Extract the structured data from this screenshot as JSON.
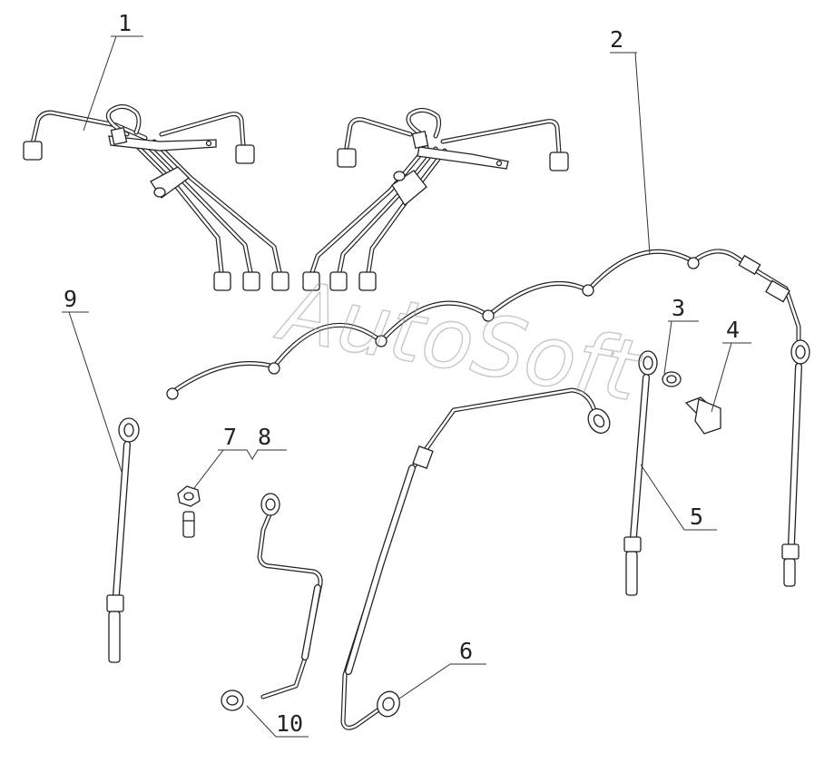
{
  "watermark": {
    "text": "AutoSoft"
  },
  "callouts": [
    {
      "id": "1",
      "label": "1"
    },
    {
      "id": "2",
      "label": "2"
    },
    {
      "id": "3",
      "label": "3"
    },
    {
      "id": "4",
      "label": "4"
    },
    {
      "id": "5",
      "label": "5"
    },
    {
      "id": "6",
      "label": "6"
    },
    {
      "id": "7",
      "label": "7"
    },
    {
      "id": "8",
      "label": "8"
    },
    {
      "id": "9",
      "label": "9"
    },
    {
      "id": "10",
      "label": "10"
    }
  ],
  "colors": {
    "line": "#222222",
    "watermark": "#9a9a9a",
    "background": "#ffffff"
  }
}
